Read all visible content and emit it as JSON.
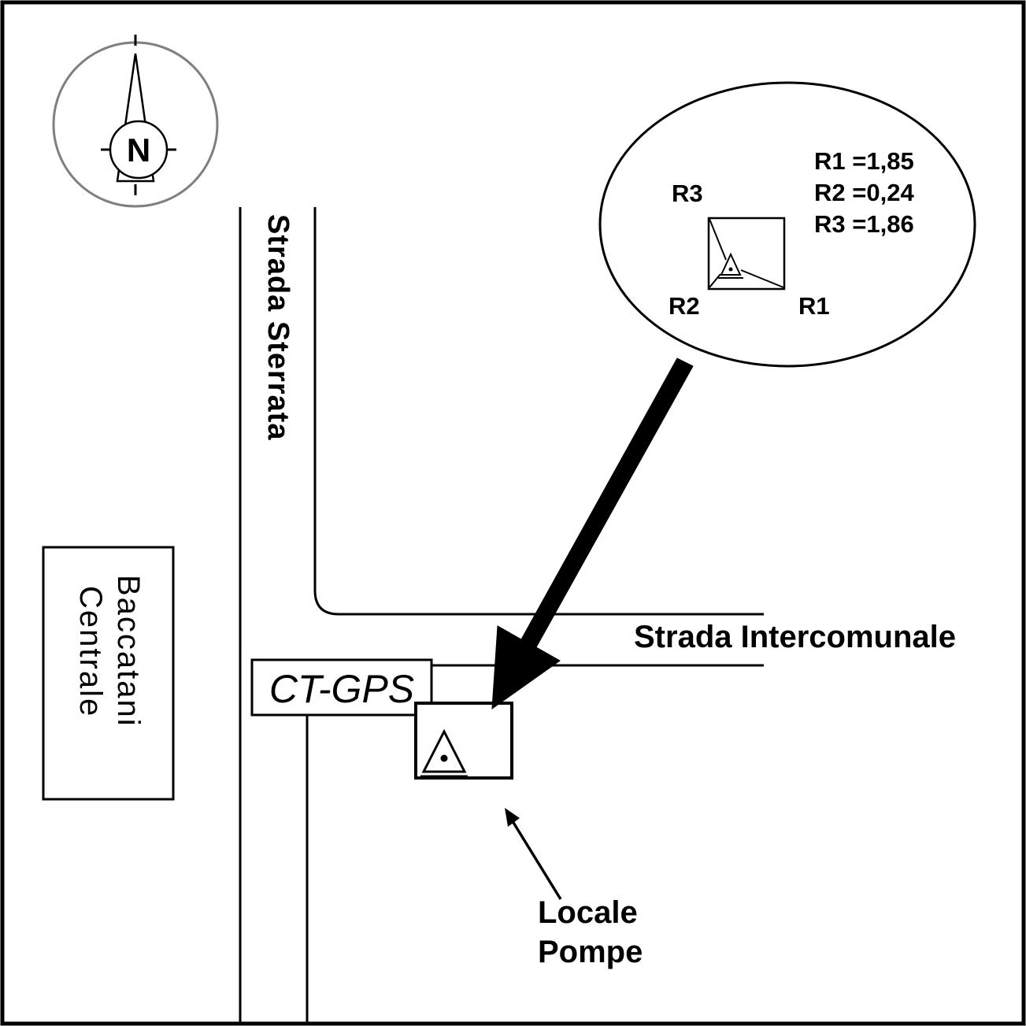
{
  "compass": {
    "north": "N"
  },
  "roads": {
    "sterrata": "Strada Sterrata",
    "intercomunale": "Strada Intercomunale"
  },
  "centrale": {
    "line1": "Centrale",
    "line2": "Baccatani"
  },
  "station": {
    "label": "CT-GPS"
  },
  "pump": {
    "line1": "Locale",
    "line2": "Pompe"
  },
  "callout": {
    "r3_label": "R3",
    "r2_label": "R2",
    "r1_label": "R1",
    "values": [
      "R1 =1,85",
      "R2 =0,24",
      "R3 =1,86"
    ]
  },
  "colors": {
    "ink": "#000000",
    "compass_ring": "#7f7f7f"
  }
}
